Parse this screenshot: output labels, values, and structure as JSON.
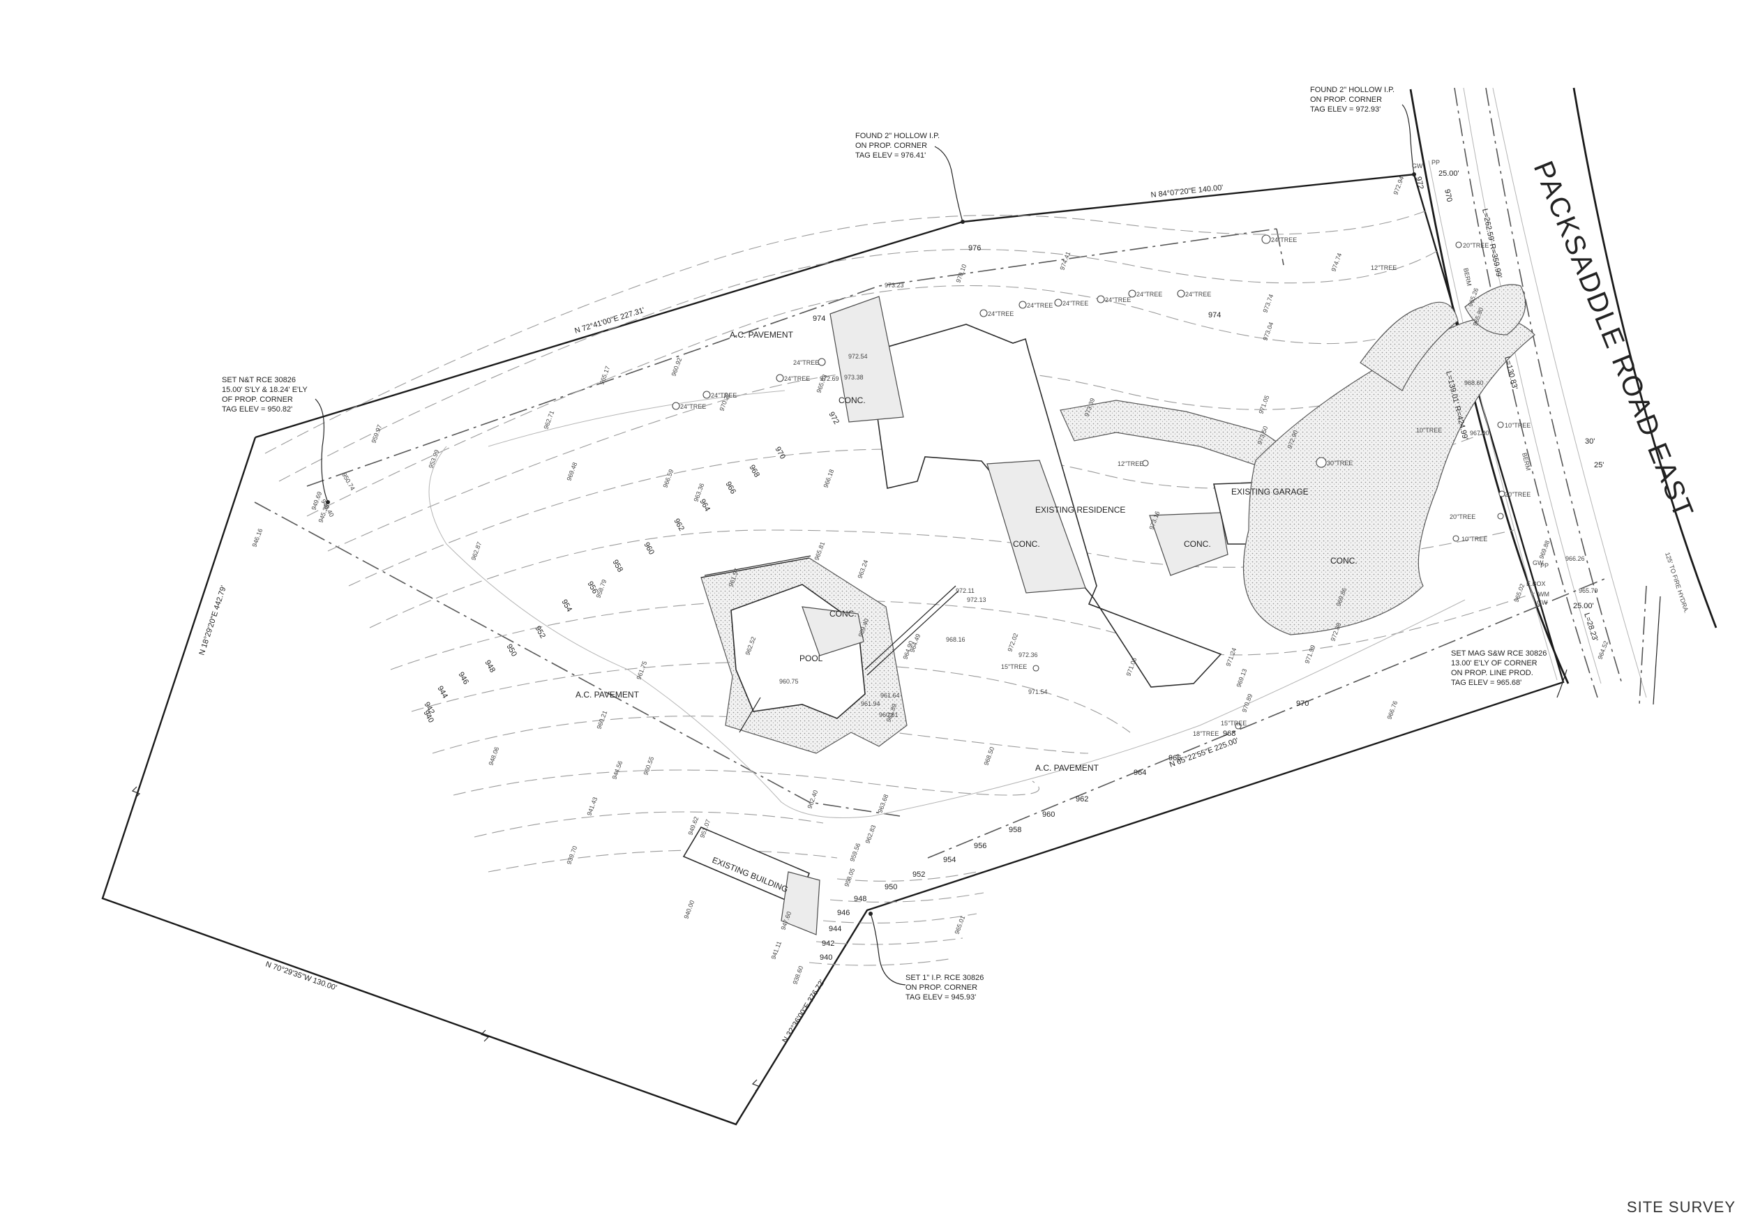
{
  "title": "SITE SURVEY",
  "road_name": "PACKSADDLE ROAD EAST",
  "structures": {
    "residence": "EXISTING RESIDENCE",
    "garage": "EXISTING GARAGE",
    "building": "EXISTING BUILDING",
    "pool": "POOL",
    "conc": "CONC."
  },
  "pavement_label": "A.C. PAVEMENT",
  "notes": {
    "found_ip_1": [
      "FOUND 2\" HOLLOW I.P.",
      "ON PROP. CORNER",
      "TAG ELEV = 976.41'"
    ],
    "found_ip_2": [
      "FOUND 2\" HOLLOW I.P.",
      "ON PROP. CORNER",
      "TAG ELEV = 972.93'"
    ],
    "set_nt": [
      "SET N&T RCE 30826",
      "15.00' S'LY & 18.24' E'LY",
      "OF PROP. CORNER",
      "TAG ELEV = 950.82'"
    ],
    "set_mag": [
      "SET MAG S&W RCE 30826",
      "13.00' E'LY OF CORNER",
      "ON PROP. LINE PROD.",
      "TAG ELEV = 965.68'"
    ],
    "set_ip": [
      "SET 1\" I.P. RCE 30826",
      "ON PROP. CORNER",
      "TAG ELEV = 945.93'"
    ]
  },
  "bearings": {
    "north_top": "N 84°07'20\"E 140.00'",
    "northwest": "N 72°41'00\"E 227.31'",
    "west": "N 18°29'20\"E 442.79'",
    "south_west": "N 70°29'35\"W 130.00'",
    "south_short": "N 32°36'00\"E 376.72'",
    "southeast": "N 65°22'55\"E 225.00'",
    "curve1": "L=262.59' R=359.99'",
    "curve2": "L=130.83'",
    "curve3": "L=139.01' R=424.99'",
    "curve4": "L=28.23'",
    "fire_hydrant": "125' TO FIRE HYDRA."
  },
  "row_widths": [
    "25.00'",
    "25.00'",
    "30'",
    "25'"
  ],
  "misc_labels": [
    "BERM",
    "BERM",
    "GW",
    "GW",
    "PP",
    "E.BOX",
    "WM",
    "GW",
    "PP"
  ],
  "contours": [
    "976",
    "974",
    "972",
    "970",
    "968",
    "966",
    "964",
    "962",
    "960",
    "958",
    "956",
    "954",
    "952",
    "950",
    "948",
    "946",
    "944",
    "942",
    "940"
  ],
  "trees": [
    "24\"TREE",
    "24\"TREE",
    "24\"TREE",
    "24\"TREE",
    "24\"TREE",
    "24\"TREE",
    "24\"TREE",
    "24\"TREE",
    "24\"TREE",
    "24\"TREE",
    "24\"TREE",
    "12\"TREE",
    "20\"TREE",
    "12\"TREE",
    "30\"TREE",
    "10\"TREE",
    "10\"TREE",
    "20\"TREE",
    "20\"TREE",
    "10\"TREE",
    "15\"TREE",
    "15\"TREE",
    "18\"TREE"
  ],
  "spot_elevations": [
    "973.23",
    "972.54",
    "973.38",
    "972.69",
    "970.22",
    "965.17",
    "962.71",
    "959.97",
    "953.99",
    "950.74",
    "949.40",
    "949.69",
    "945.35",
    "946.16",
    "960.92",
    "965.63",
    "969.48",
    "966.18",
    "966.59",
    "963.36",
    "962.87",
    "961.57",
    "958.79",
    "959.40",
    "961.75",
    "965.81",
    "963.24",
    "962.52",
    "960.75",
    "961.64",
    "960.61",
    "964.49",
    "972.11",
    "972.13",
    "968.16",
    "972.02",
    "972.36",
    "971.54",
    "971.06",
    "969.13",
    "970.89",
    "971.24",
    "971.99",
    "972.88",
    "969.86",
    "973.50",
    "971.05",
    "972.90",
    "973.16",
    "973.39",
    "974.41",
    "973.74",
    "973.04",
    "974.74",
    "972.94",
    "965.26",
    "965.80",
    "968.60",
    "967.40",
    "969.88",
    "966.26",
    "965.79",
    "964.52",
    "965.02",
    "966.76",
    "968.50",
    "963.68",
    "962.83",
    "962.40",
    "959.56",
    "958.05",
    "948.06",
    "944.56",
    "941.43",
    "939.70",
    "940.00",
    "938.60",
    "941.11",
    "947.60",
    "951.07",
    "949.62",
    "960.21",
    "960.55",
    "961.89",
    "961.94",
    "964.90",
    "970.10",
    "965.01"
  ]
}
